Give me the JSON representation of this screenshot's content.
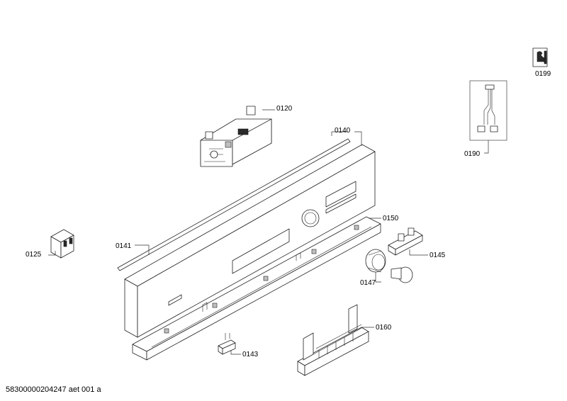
{
  "diagram": {
    "labels": {
      "p0120": "0120",
      "p0125": "0125",
      "p0140": "0140",
      "p0141": "0141",
      "p0143": "0143",
      "p0145": "0145",
      "p0147": "0147",
      "p0150": "0150",
      "p0160": "0160",
      "p0190": "0190",
      "p0199": "0199"
    }
  },
  "footer": {
    "code": "58300000204247 aet 001 a"
  }
}
